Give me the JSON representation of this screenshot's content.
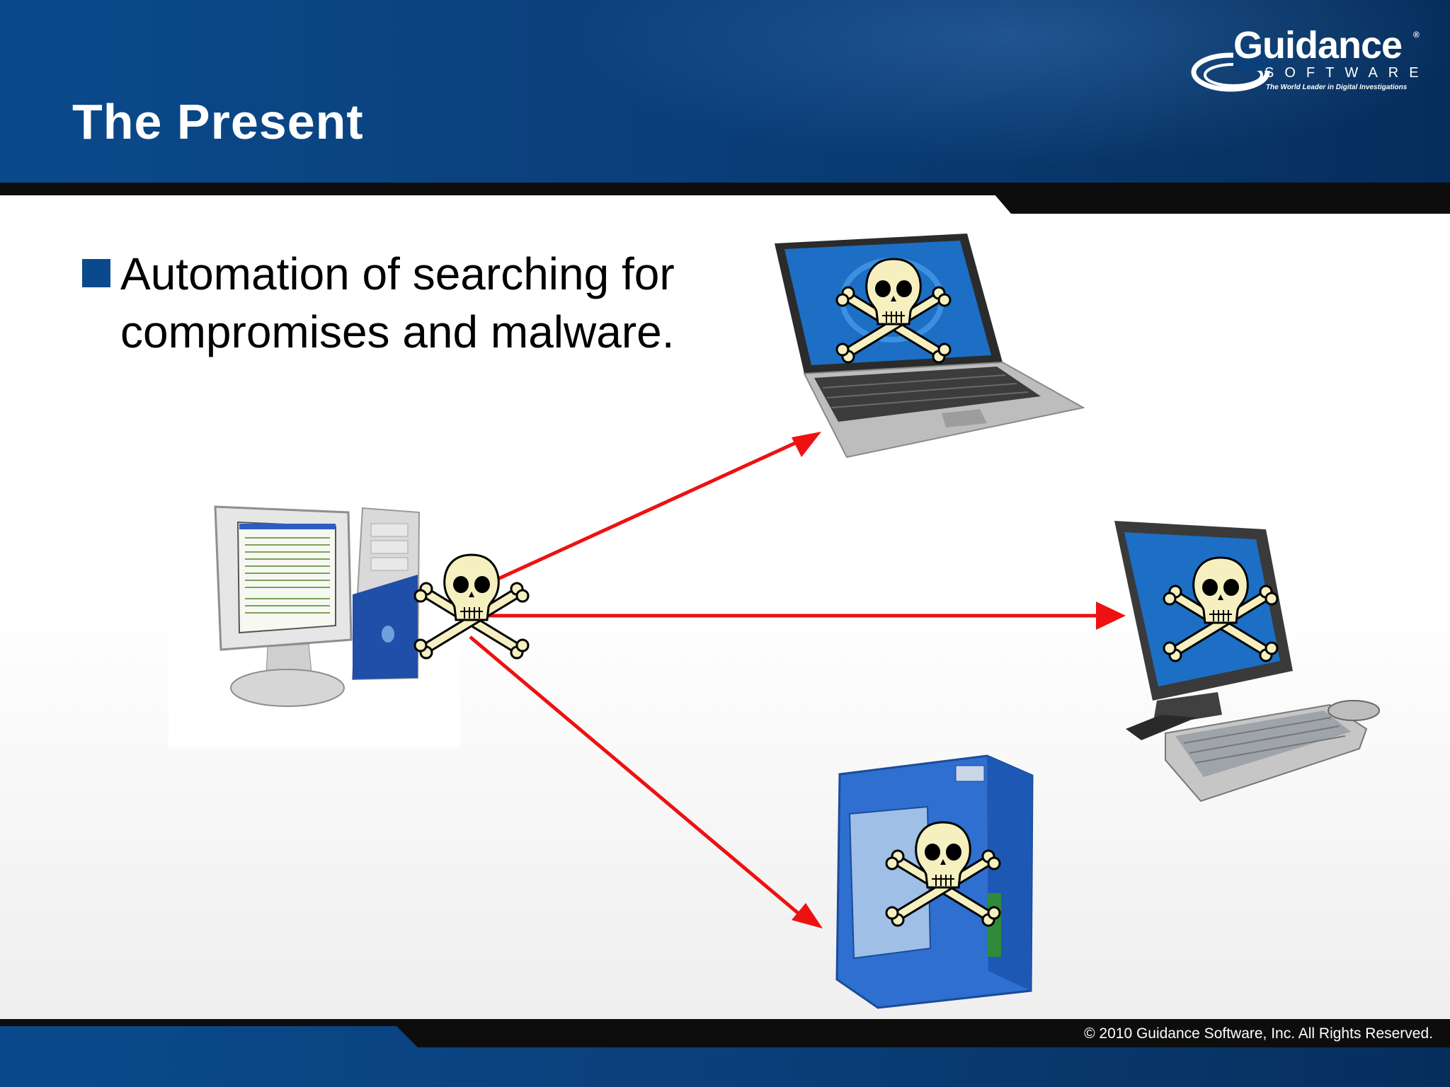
{
  "slide": {
    "title": "The Present",
    "bullet": "Automation of searching for compromises and malware."
  },
  "logo": {
    "name": "Guidance",
    "registered_mark": "®",
    "subtitle": "SOFTWARE",
    "tagline": "The World Leader in Digital Investigations"
  },
  "footer": {
    "copyright": "© 2010 Guidance Software, Inc.  All Rights Reserved."
  },
  "diagram": {
    "source": "workstation-examiner",
    "targets": [
      "laptop",
      "desktop",
      "server"
    ],
    "icons": [
      "desktop-tower-icon",
      "laptop-icon",
      "desktop-monitor-icon",
      "server-icon",
      "skull-crossbones-icon"
    ]
  },
  "colors": {
    "header_blue": "#0a4a8c",
    "arrow_red": "#ee1111",
    "bullet_blue": "#0a4a8c",
    "screen_blue": "#1c6fc4"
  }
}
